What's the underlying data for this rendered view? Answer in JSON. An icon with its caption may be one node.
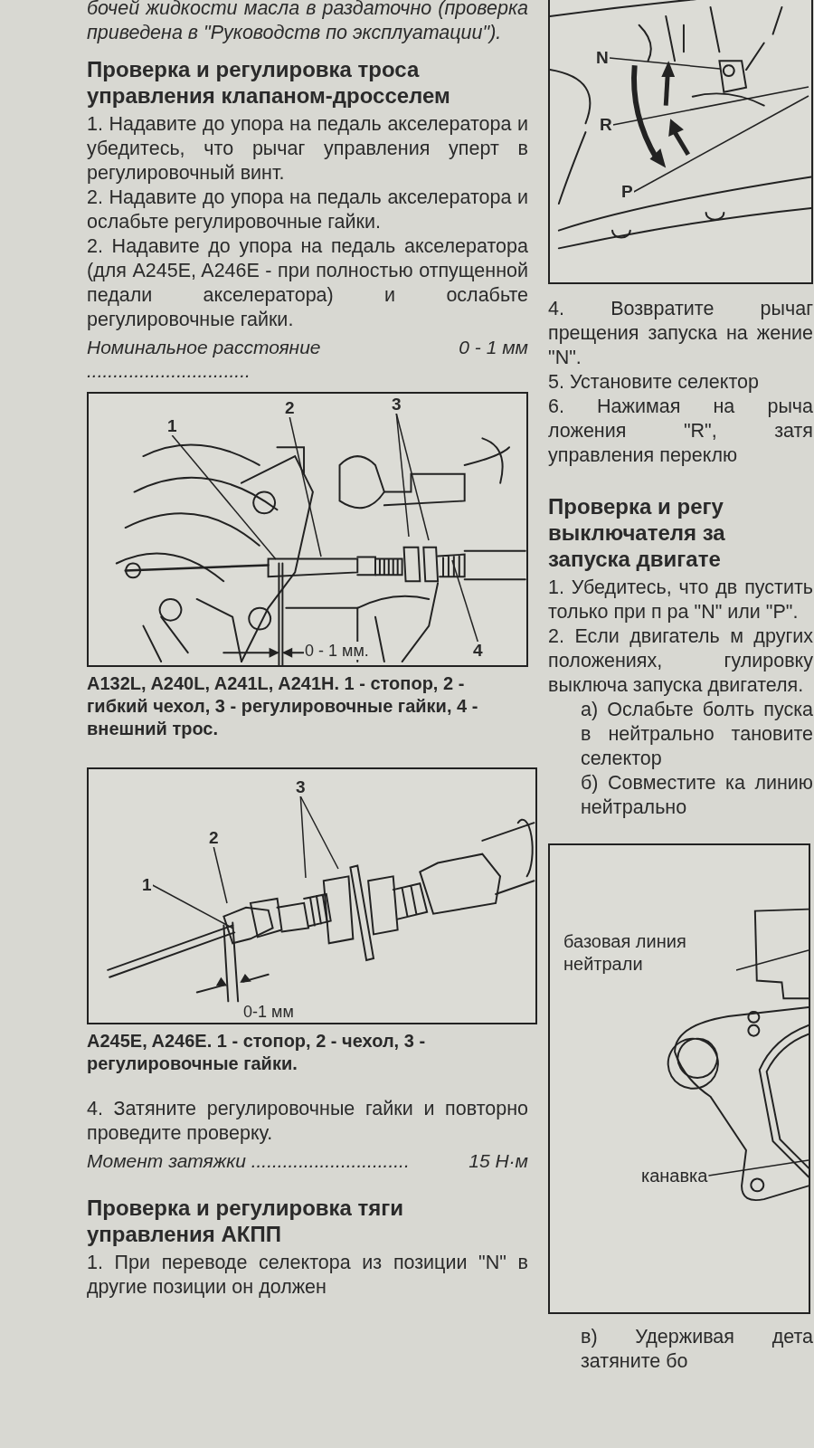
{
  "diagram": {
    "nodes": [
      {
        "text": [],
        "shape": "picture"
      },
      {
        "text": [
          "N"
        ],
        "in": 0
      },
      {
        "text": [
          "R"
        ],
        "in": 0
      },
      {
        "text": [
          "P"
        ],
        "in": 0
      },
      {
        "text": [],
        "shape": "picture",
        "beside": [
          "A132L, A240L, A241L, A241H. 1 - стопор, 2 - гибкий чехол, 3 - регулировочные гайки, 4 - внешний трос."
        ]
      },
      {
        "text": [
          "1"
        ],
        "in": 4
      },
      {
        "text": [
          "2"
        ],
        "in": 4
      },
      {
        "text": [
          "3"
        ],
        "in": 4
      },
      {
        "text": [
          "4"
        ],
        "in": 4
      },
      {
        "text": [],
        "shape": "picture",
        "beside": [
          "A245E, A246E. 1 - стопор, 2 - чехол, 3 - регулировочные гайки."
        ]
      },
      {
        "text": [
          "1"
        ],
        "in": 9
      },
      {
        "text": [
          "2"
        ],
        "in": 9
      },
      {
        "text": [
          "3"
        ],
        "in": 9
      },
      {
        "text": [],
        "shape": "picture"
      },
      {
        "text": [
          "базовая линия нейтрали"
        ],
        "in": 13
      },
      {
        "text": [
          "канавка"
        ],
        "in": 13
      }
    ],
    "edges": [
      {
        "from": 1,
        "to": null,
        "arrow": "none"
      },
      {
        "from": 2,
        "to": null,
        "arrow": "none"
      },
      {
        "from": 3,
        "to": null,
        "arrow": "none"
      },
      {
        "from": 5,
        "to": null,
        "arrow": "none"
      },
      {
        "from": 6,
        "to": null,
        "arrow": "none"
      },
      {
        "from": 7,
        "to": null,
        "arrow": "none"
      },
      {
        "from": 7,
        "to": null,
        "arrow": "none"
      },
      {
        "from": 8,
        "to": null,
        "arrow": "none"
      },
      {
        "from": 10,
        "to": null,
        "arrow": "none"
      },
      {
        "from": 11,
        "to": null,
        "arrow": "none"
      },
      {
        "from": 12,
        "to": null,
        "arrow": "none"
      },
      {
        "from": 12,
        "to": null,
        "arrow": "none"
      },
      {
        "from": 14,
        "to": null,
        "arrow": "none"
      },
      {
        "from": 15,
        "to": null,
        "arrow": "none"
      }
    ],
    "labels": [
      "бочей жидкости масла в раздаточно (проверка приведена в \"Руководств по эксплуатации\").",
      "Проверка и регулировка троса управления клапаном-дросселем",
      "1. Надавите до упора на педаль акселератора и убедитесь, что рычаг управления уперт в регулировочный винт.",
      "2. Надавите до упора на педаль акселератора и ослабьте регулировочные гайки.",
      "2. Надавите до упора на педаль акселератора (для A245E, A246E - при полностью отпущенной педали акселератора) и ослабьте регулировочные гайки.",
      "Номинальное расстояние ...............................",
      "0 - 1 мм",
      "0 - 1 мм.",
      "0-1 мм",
      "4. Затяните регулировочные гайки и повторно проведите проверку.",
      "Момент затяжки ..............................",
      "15 Н·м",
      "Проверка и регулировка тяги управления АКПП",
      "1. При переводе селектора из позиции \"N\" в другие позиции он должен",
      "4. Возвратите рычаг прещения запуска на жение \"N\".",
      "5. Установите селектор",
      "6. Нажимая на рыча ложения \"R\", затя управления переклю",
      "Проверка и регу выключателя за запуска двигате",
      "1. Убедитесь, что дв пустить только при п ра \"N\" или \"P\".",
      "2. Если двигатель м других положениях, гулировку выключа запуска двигателя.",
      "а) Ослабьте болть пуска в нейтрально тановите селектор",
      "б) Совместите ка линию нейтрально",
      "в) Удерживая дета затяните бо"
    ]
  }
}
